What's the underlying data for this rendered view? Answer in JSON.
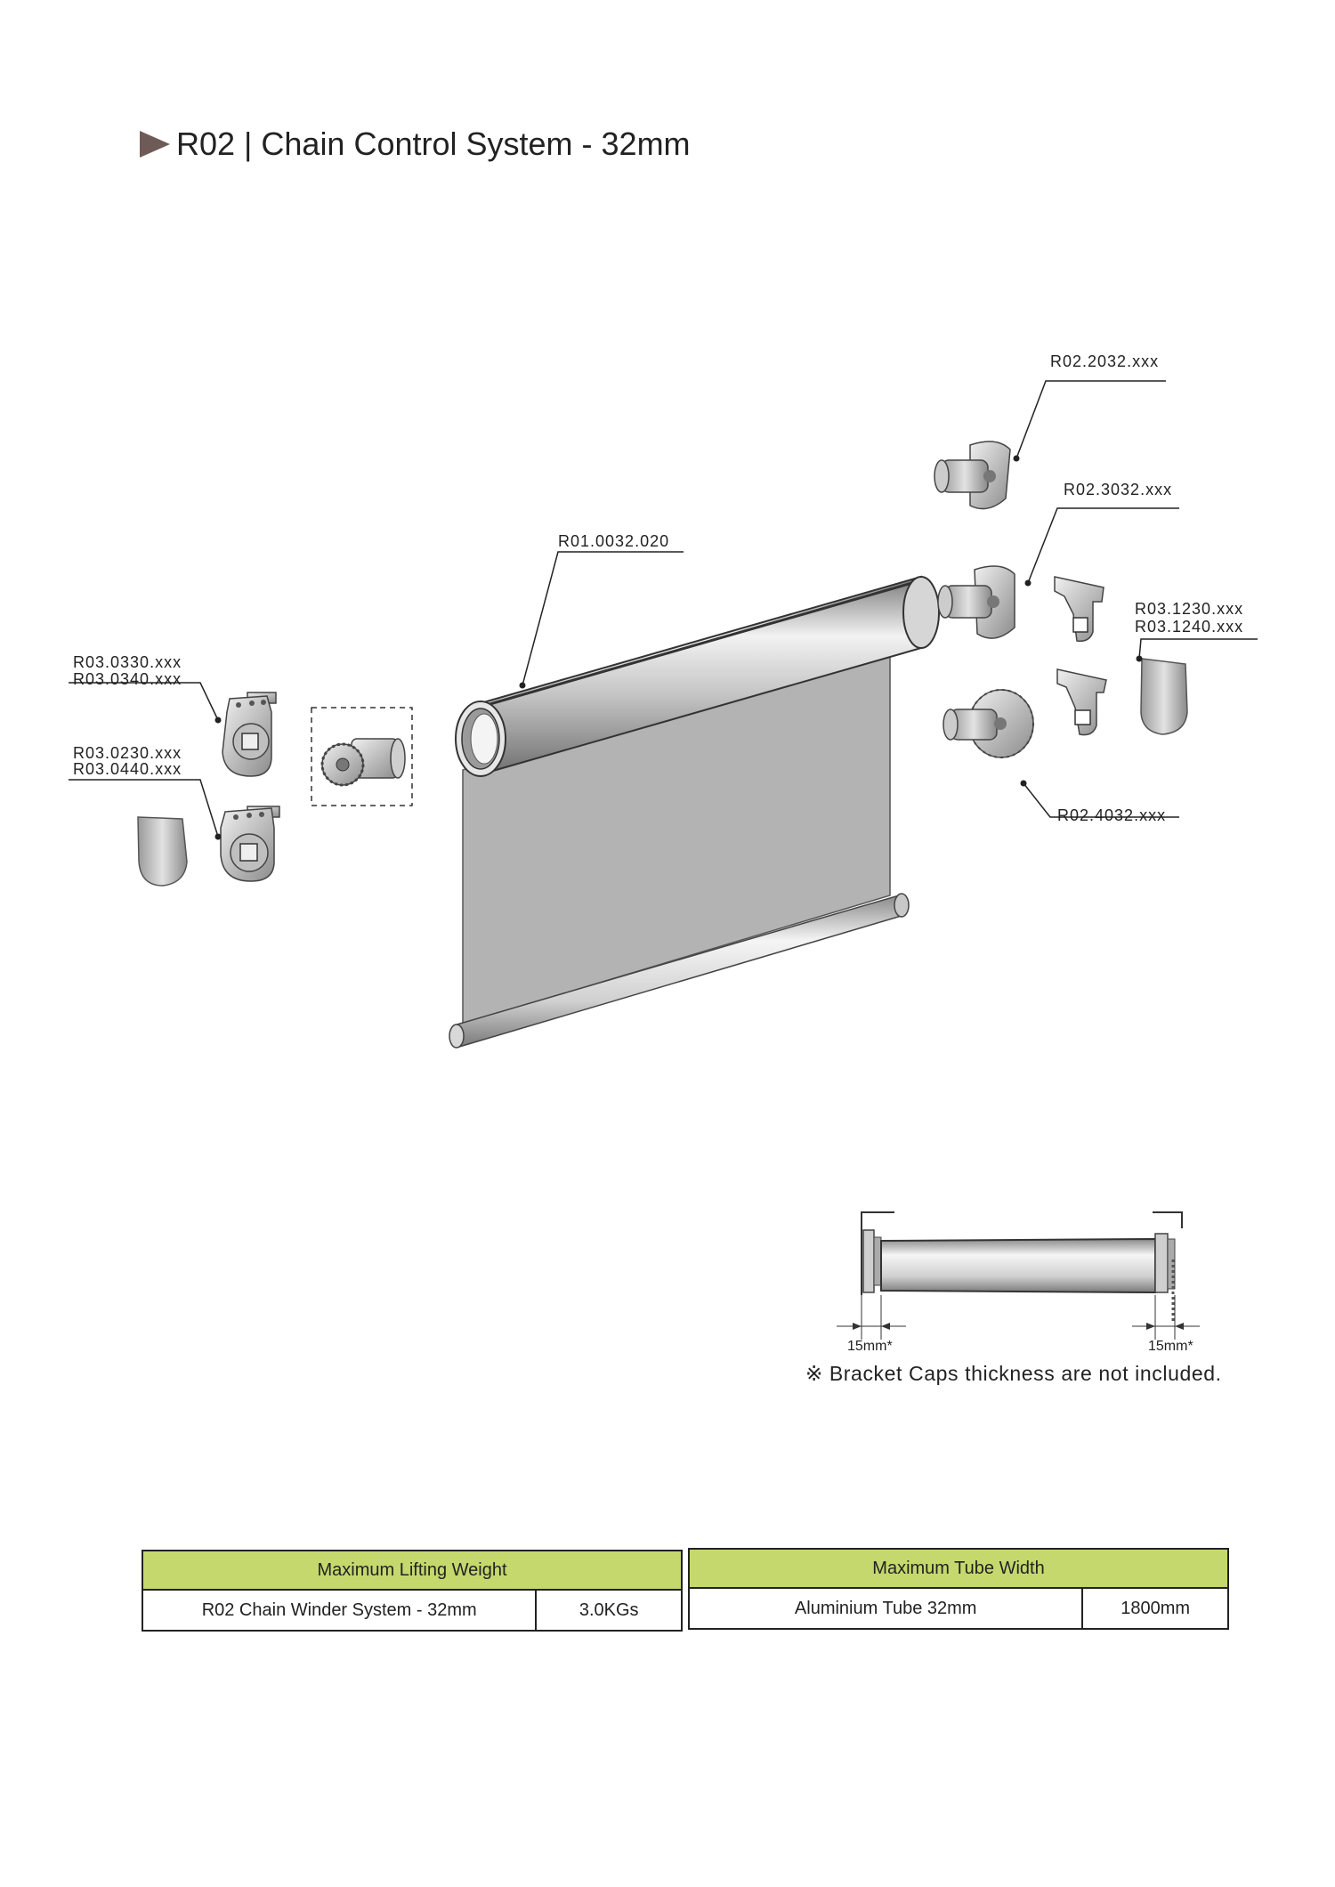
{
  "page": {
    "title": "R02 | Chain Control System - 32mm"
  },
  "labels": {
    "tube": "R01.0032.020",
    "idle_end_upper": "R02.2032.xxx",
    "idle_end_middle": "R02.3032.xxx",
    "idle_end_lower": "R02.4032.xxx",
    "bracket_caps_right_1": "R03.1230.xxx",
    "bracket_caps_right_2": "R03.1240.xxx",
    "left_bracket_1": "R03.0330.xxx",
    "left_bracket_2": "R03.0340.xxx",
    "left_bracket_3": "R03.0230.xxx",
    "left_bracket_4": "R03.0440.xxx"
  },
  "dimension": {
    "left": "15mm*",
    "right": "15mm*",
    "note": "※ Bracket Caps  thickness are not included."
  },
  "tables": {
    "lifting": {
      "header": "Maximum Lifting Weight",
      "row": {
        "item": "R02 Chain Winder System - 32mm",
        "value": "3.0KGs"
      }
    },
    "width": {
      "header": "Maximum Tube Width",
      "row": {
        "item": "Aluminium Tube 32mm",
        "value": "1800mm"
      }
    }
  },
  "colors": {
    "title_arrow": "#6e5a56",
    "table_header": "#c5d86d",
    "fabric": "#b3b3b3"
  }
}
